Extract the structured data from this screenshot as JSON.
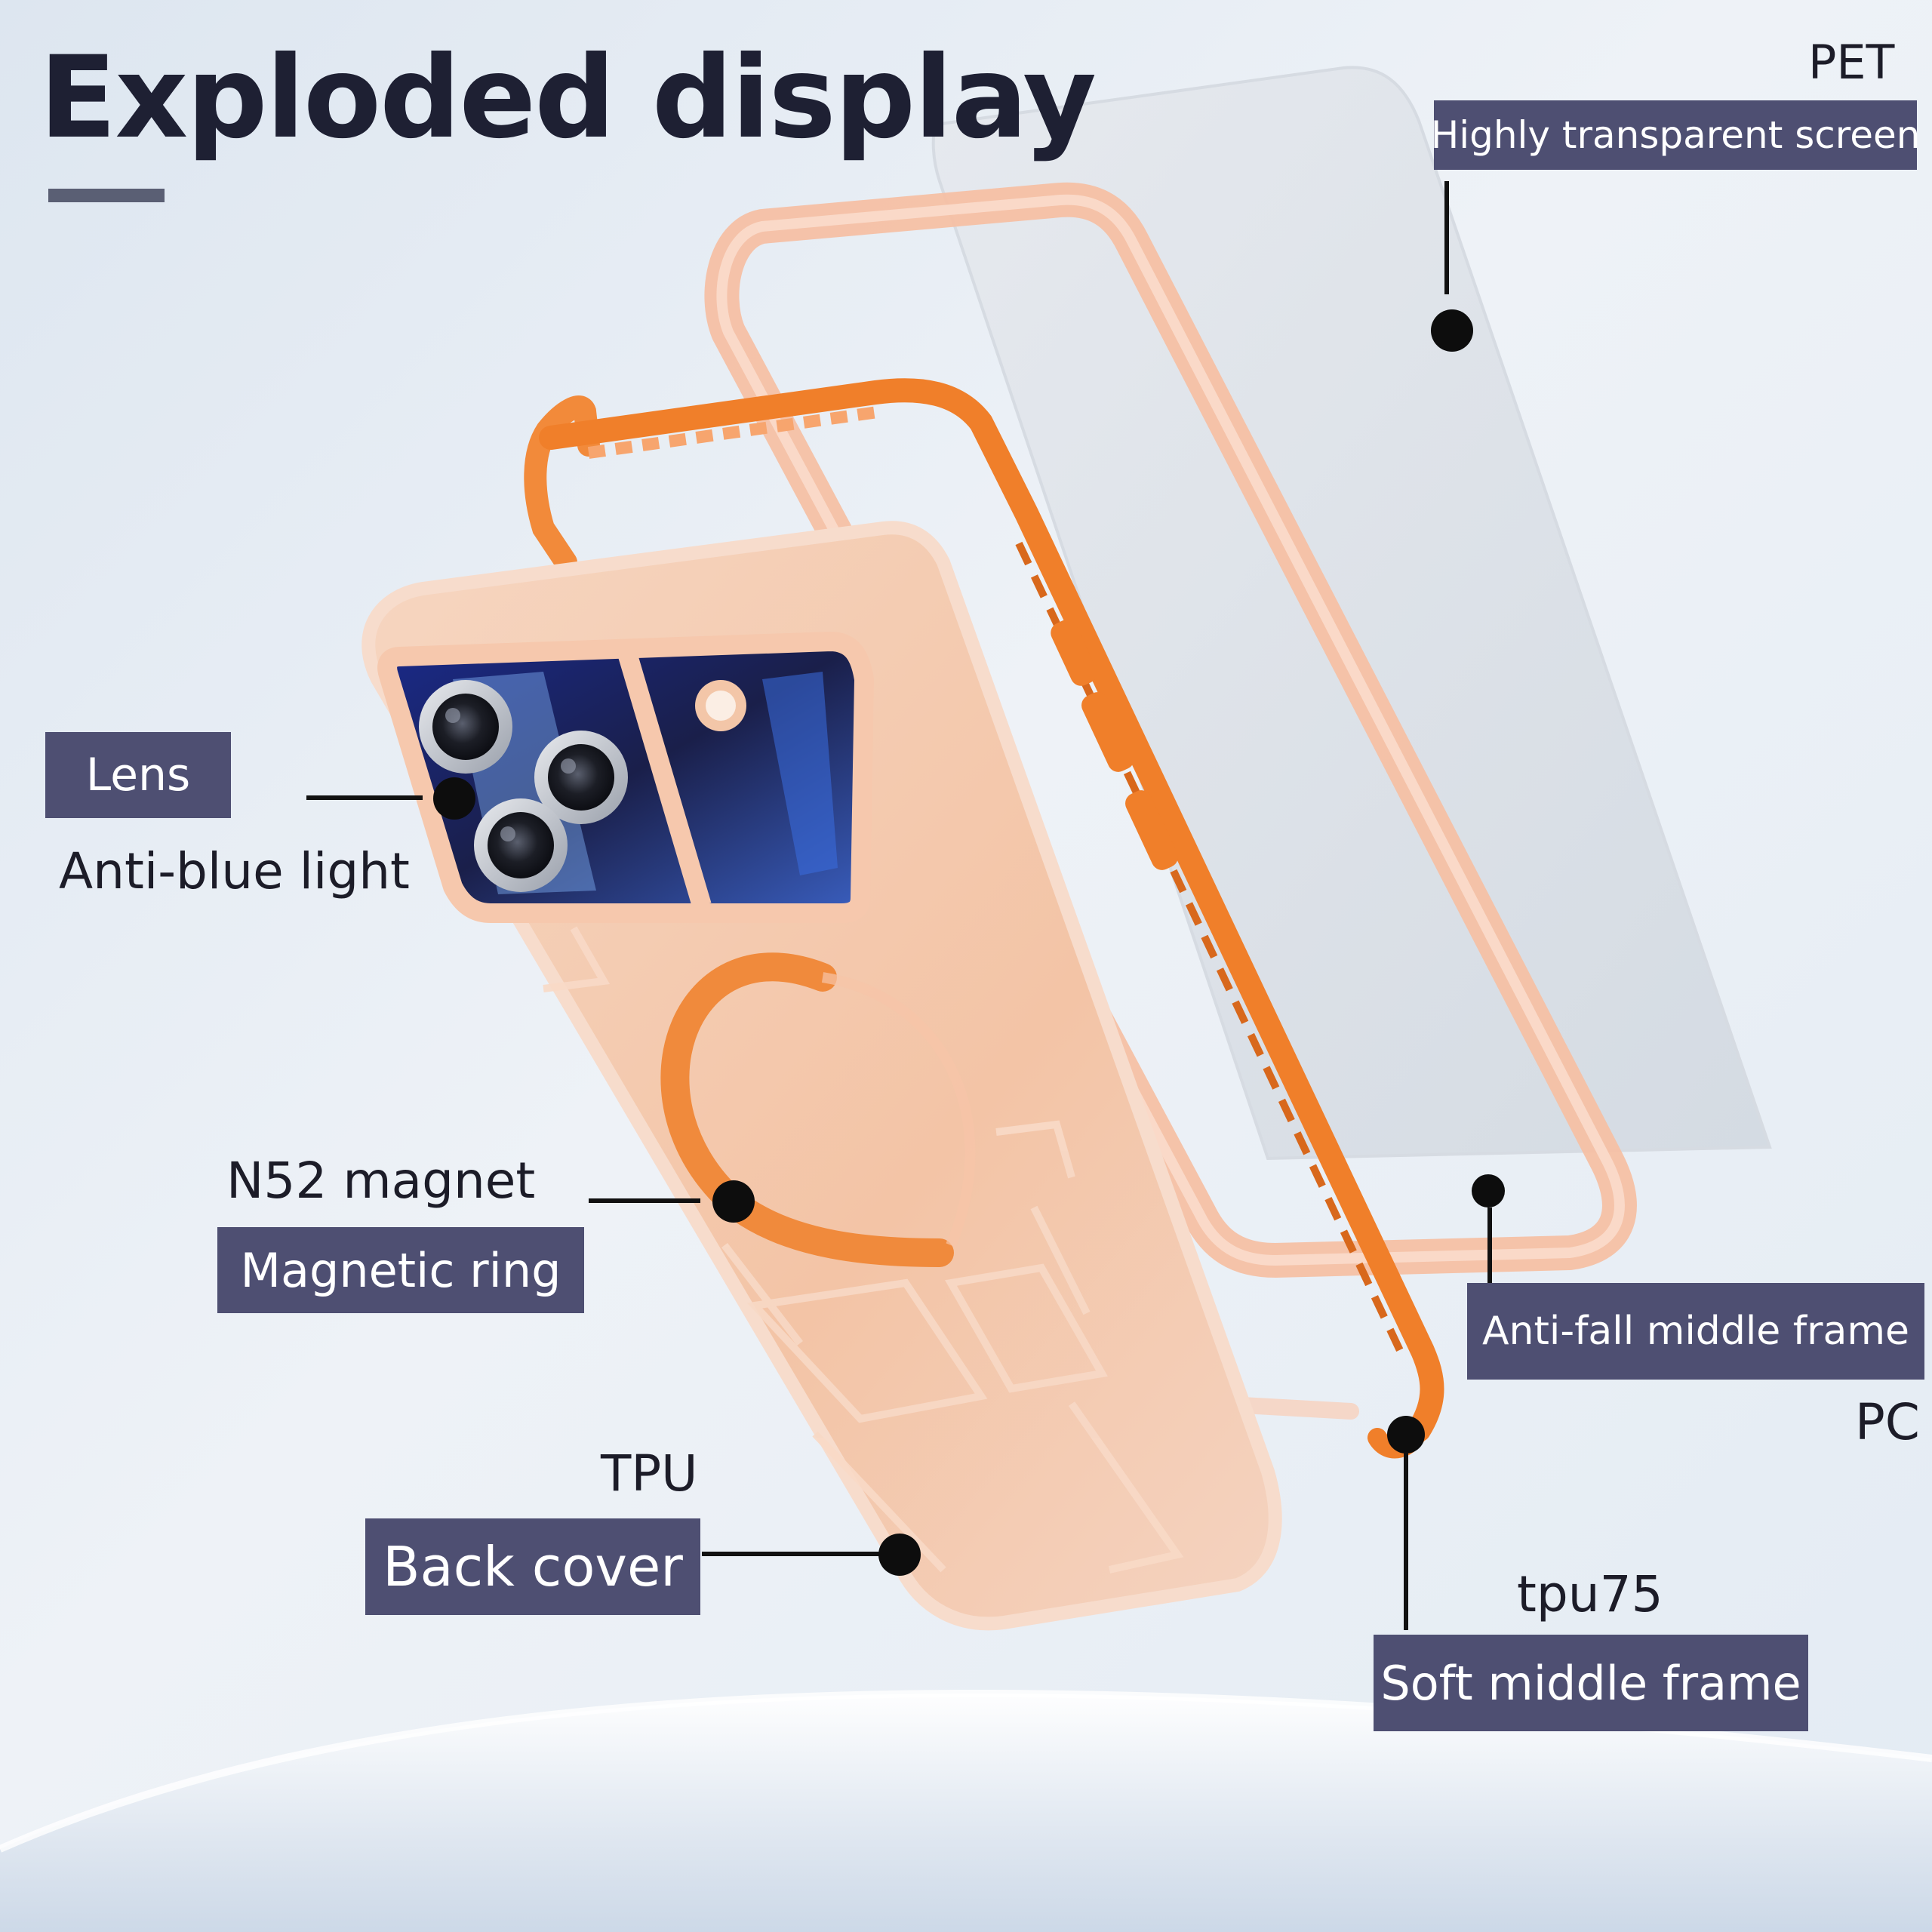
{
  "title": "Exploded display",
  "colors": {
    "label_bg": "#4e4f72",
    "title_text": "#1e2033",
    "accent_orange": "#f07f2a",
    "back_cover_peach": "#f3c7aa",
    "background": "#e4ecf4"
  },
  "callouts": {
    "pet": {
      "material": "PET",
      "label": "Highly transparent screen"
    },
    "lens": {
      "label": "Lens",
      "feature": "Anti-blue light"
    },
    "magnet": {
      "material": "N52 magnet",
      "label": "Magnetic ring"
    },
    "back": {
      "material": "TPU",
      "label": "Back cover"
    },
    "antifall": {
      "label": "Anti-fall middle frame",
      "material": "PC"
    },
    "soft": {
      "material": "tpu75",
      "label": "Soft middle frame"
    }
  }
}
